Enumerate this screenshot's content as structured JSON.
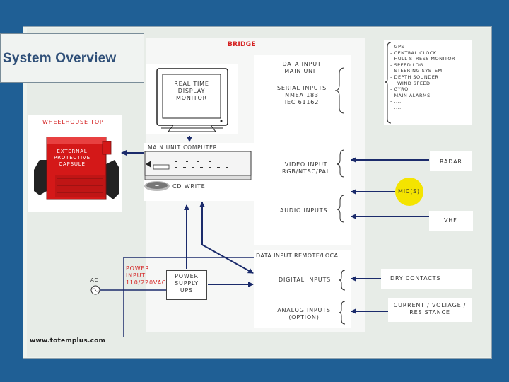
{
  "title": "System Overview",
  "bridge_label": "BRIDGE",
  "wheelhouse_label": "WHEELHOUSE TOP",
  "capsule_label": [
    "EXTERNAL",
    "PROTECTIVE",
    "CAPSULE"
  ],
  "monitor_label": [
    "REAL TIME",
    "DISPLAY",
    "MONITOR"
  ],
  "main_unit_computer": "MAIN UNIT COMPUTER",
  "cd_write": "CD WRITE",
  "data_input_main": [
    "DATA INPUT",
    "MAIN UNIT"
  ],
  "serial_inputs": [
    "SERIAL INPUTS",
    "NMEA 183",
    "IEC 61162"
  ],
  "video_input": [
    "VIDEO INPUT",
    "RGB/NTSC/PAL"
  ],
  "audio_inputs": "AUDIO INPUTS",
  "data_input_remote": "DATA INPUT REMOTE/LOCAL",
  "digital_inputs": "DIGITAL INPUTS",
  "analog_inputs": [
    "ANALOG INPUTS",
    "(OPTION)"
  ],
  "serial_list": [
    "GPS",
    "CENTRAL CLOCK",
    "HULL STRESS MONITOR",
    "SPEED LOG",
    "STEERING SYSTEM",
    "DEPTH SOUNDER",
    "WIND SPEED",
    "GYRO",
    "MAIN ALARMS",
    "....",
    "...."
  ],
  "serial_list_dash": [
    "-",
    "-",
    "-",
    "-",
    "-",
    "-",
    "",
    "-",
    "-",
    "-",
    "-"
  ],
  "radar": "RADAR",
  "mics": "MIC(S)",
  "vhf": "VHF",
  "dry_contacts": "DRY CONTACTS",
  "current_voltage": [
    "CURRENT / VOLTAGE /",
    "RESISTANCE"
  ],
  "power_input": [
    "POWER",
    "INPUT",
    "110/220VAC"
  ],
  "ac": "AC",
  "power_supply": [
    "POWER",
    "SUPPLY",
    "UPS"
  ],
  "website": "www.totemplus.com",
  "colors": {
    "background": "#1f5f95",
    "panel": "#e7ece7",
    "red": "#d42020",
    "navy_line": "#1b2b6b",
    "mic_yellow": "#f4e400"
  }
}
